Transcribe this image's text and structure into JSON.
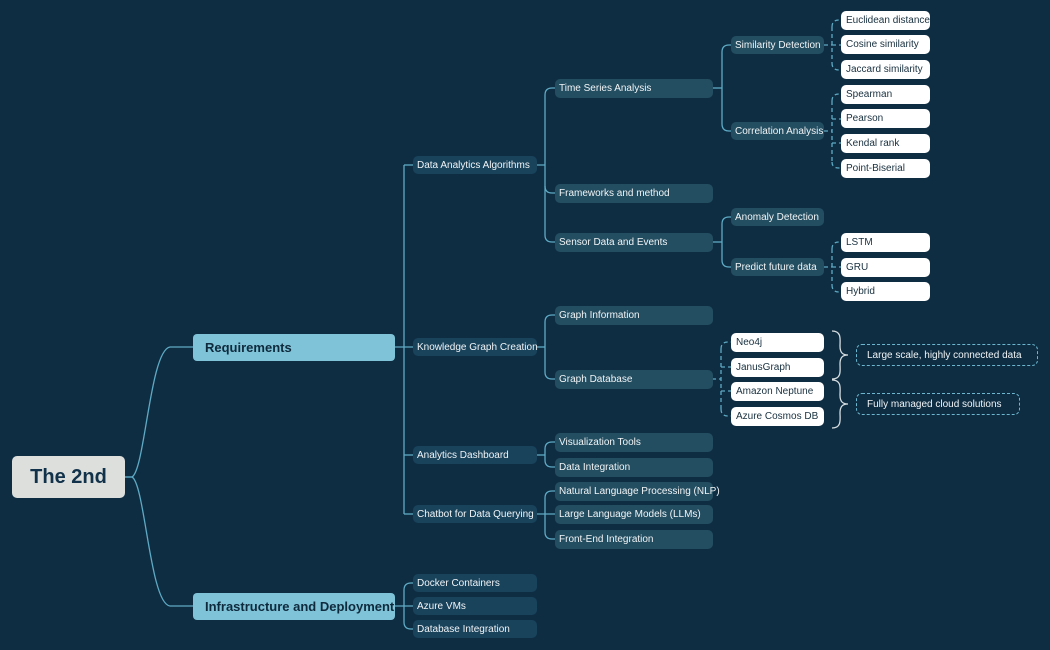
{
  "mindmap": {
    "root": {
      "label": "The 2nd"
    },
    "requirements": {
      "label": "Requirements",
      "children": {
        "data_analytics": {
          "label": "Data Analytics Algorithms",
          "time_series": {
            "label": "Time Series Analysis",
            "similarity": {
              "label": "Similarity Detection",
              "items": [
                "Euclidean distance",
                "Cosine similarity",
                "Jaccard similarity"
              ]
            },
            "correlation": {
              "label": "Correlation Analysis",
              "items": [
                "Spearman",
                "Pearson",
                "Kendal rank",
                "Point-Biserial"
              ]
            }
          },
          "frameworks": {
            "label": "Frameworks and method"
          },
          "sensor": {
            "label": "Sensor Data and Events",
            "anomaly": {
              "label": "Anomaly Detection"
            },
            "predict": {
              "label": "Predict future data",
              "items": [
                "LSTM",
                "GRU",
                "Hybrid"
              ]
            }
          }
        },
        "knowledge_graph": {
          "label": "Knowledge Graph Creation",
          "graph_info": {
            "label": "Graph Information"
          },
          "graph_db": {
            "label": "Graph Database",
            "items": [
              "Neo4j",
              "JanusGraph",
              "Amazon Neptune",
              "Azure Cosmos DB"
            ],
            "summaries": [
              "Large scale, highly connected data",
              "Fully managed cloud solutions"
            ]
          }
        },
        "dashboard": {
          "label": "Analytics Dashboard",
          "items": [
            "Visualization Tools",
            "Data Integration"
          ]
        },
        "chatbot": {
          "label": "Chatbot for Data Querying",
          "items": [
            "Natural Language Processing (NLP)",
            "Large Language Models (LLMs)",
            "Front-End Integration"
          ]
        }
      }
    },
    "infrastructure": {
      "label": "Infrastructure and Deployment",
      "items": [
        "Docker Containers",
        "Azure VMs",
        "Database Integration"
      ]
    }
  },
  "colors": {
    "background": "#0e2d42",
    "connector": "#6cb7cf",
    "root_fill": "#dcdfdc",
    "level1_fill": "#7fc3d8",
    "level2_fill": "#19425b",
    "level3_fill": "#234d60",
    "leaf_fill": "#ffffff"
  }
}
